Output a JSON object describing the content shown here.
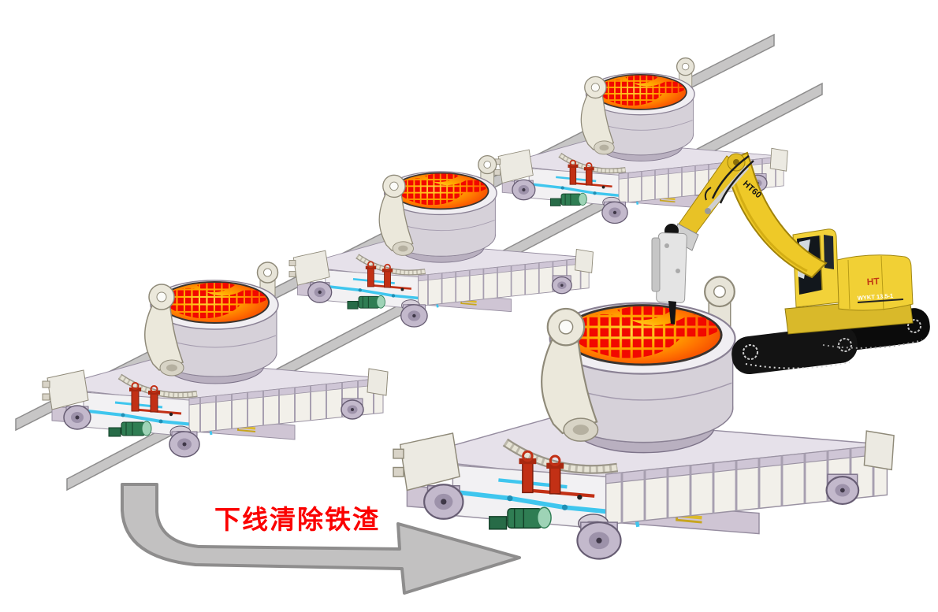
{
  "scene": {
    "caption": "下线清除铁渣",
    "caption_color": "#fb0100",
    "background": "#ffffff"
  },
  "rails": {
    "count": 2,
    "fill": "#c7c6c6",
    "edge": "#8e8d8d"
  },
  "flow_arrow": {
    "fill": "#c2c1c1",
    "edge": "#8e8d8d",
    "direction": "left-to-right"
  },
  "carriers": [
    {
      "label": "slag-pot-carrier-1"
    },
    {
      "label": "slag-pot-carrier-2"
    },
    {
      "label": "slag-pot-carrier-3"
    },
    {
      "label": "slag-pot-carrier-4"
    }
  ],
  "pot": {
    "melt_gradient": [
      "#ffdf45",
      "#ffae00",
      "#ff7200",
      "#f44a00"
    ],
    "crust_grid": "#f20800",
    "shell": "#d6d1d9",
    "deck": "#e6e1ea",
    "truss": "#f2f0ea"
  },
  "excavator": {
    "boom_label": "HT60",
    "logo_label": "HT",
    "model_label": "WYKT 13.5-1",
    "body_color": "#f1d035",
    "tracks_color": "#0d0d0d",
    "attachment": "hydraulic-breaker"
  }
}
